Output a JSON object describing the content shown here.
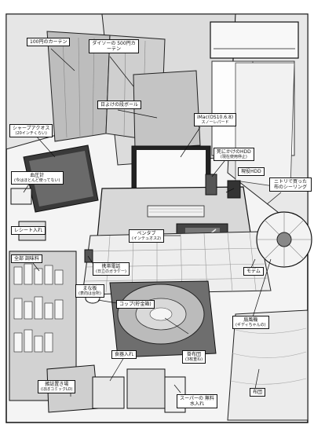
{
  "labels": {
    "curtain_100yen": "100円のカーテン",
    "daiso_curtain": "ダイソーの 500円カーテン",
    "cardboard": "日よけの段ボール",
    "sharp_aquos": "シャープアクオス",
    "sharp_aquos_sub": "(20インチくらい)",
    "imac": "iMac(OS10.6.8)",
    "imac_sub": "スノーレパード",
    "hdd_old": "死にかけのHDD",
    "hdd_old_sub": "(現在使用停止)",
    "blood_pressure": "血圧計",
    "blood_pressure_sub": "(今はほとんど使ってない)",
    "external_hdd": "現役HDD",
    "receipt_box": "レシート入れ",
    "nitori_sealing": "ニトリで買った 布のシーリング",
    "seasonings": "全部 調味料",
    "pen_tablet": "ペンタブ",
    "pen_tablet_sub": "(インテュオス2)",
    "cellphone": "携帯電話",
    "cellphone_sub": "(日立のガラケー)",
    "modem": "モデム",
    "cutting_board": "まな板",
    "cutting_board_sub": "(表向は台所)",
    "cup": "コップ(貯金箱)",
    "fan": "扇風機",
    "fan_sub": "(ギディちゃんの)",
    "tableware_bin": "食器入れ",
    "futon_layers": "掛布団",
    "futon_layers_sub": "(3枚重ね)",
    "magazine_bin": "雑誌置き場",
    "magazine_bin_sub": "(ほぼコミックLO)",
    "water_bottle": "スーパーの 無料水入れ",
    "futon": "布団"
  }
}
